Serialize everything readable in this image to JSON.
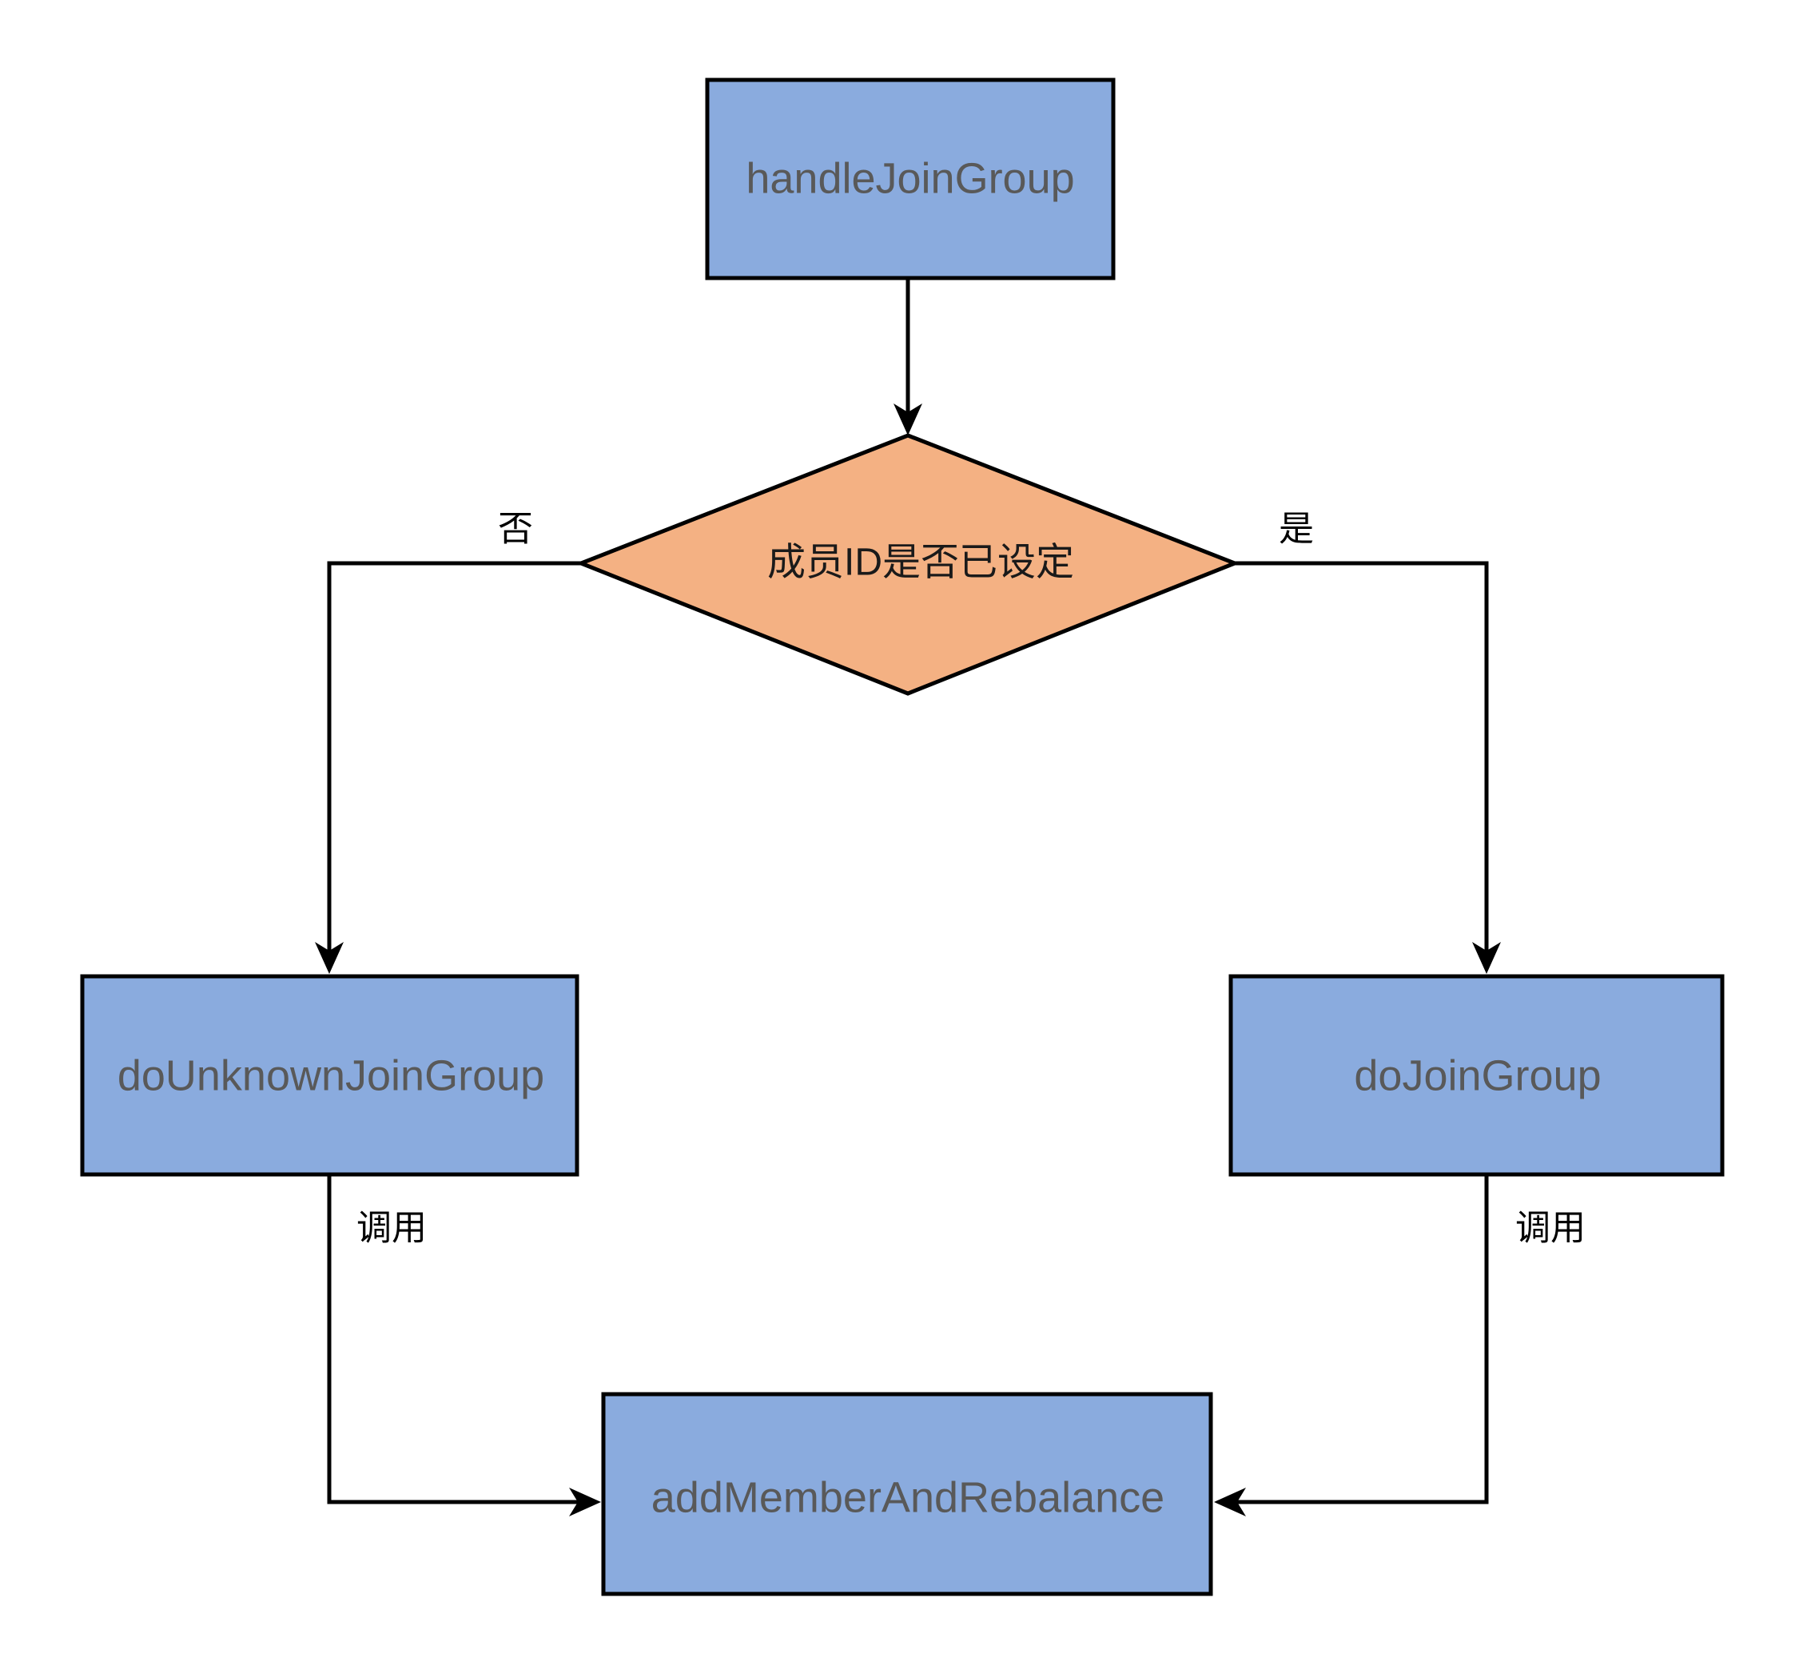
{
  "diagram": {
    "type": "flowchart",
    "orientation": "top-down",
    "background_color": "#FFFFFF",
    "palette": {
      "process_fill": "#8AABDE",
      "decision_fill": "#F4B183",
      "node_border": "#000000",
      "process_text": "#595959",
      "decision_text": "#1A1A1A",
      "edge_color": "#000000",
      "edge_label_text": "#000000"
    },
    "nodes": [
      {
        "id": "handleJoinGroup",
        "shape": "rectangle",
        "label": "handleJoinGroup",
        "fill": "#8AABDE"
      },
      {
        "id": "memberIdCheck",
        "shape": "diamond",
        "label": "成员ID是否已设定",
        "fill": "#F4B183"
      },
      {
        "id": "doUnknownJoinGroup",
        "shape": "rectangle",
        "label": "doUnknownJoinGroup",
        "fill": "#8AABDE"
      },
      {
        "id": "doJoinGroup",
        "shape": "rectangle",
        "label": "doJoinGroup",
        "fill": "#8AABDE"
      },
      {
        "id": "addMemberAndRebalance",
        "shape": "rectangle",
        "label": "addMemberAndRebalance",
        "fill": "#8AABDE"
      }
    ],
    "edges": [
      {
        "id": "e1",
        "from": "handleJoinGroup",
        "to": "memberIdCheck",
        "label": "",
        "arrow": "to"
      },
      {
        "id": "e2",
        "from": "memberIdCheck",
        "to": "doUnknownJoinGroup",
        "label": "否",
        "arrow": "to"
      },
      {
        "id": "e3",
        "from": "memberIdCheck",
        "to": "doJoinGroup",
        "label": "是",
        "arrow": "to"
      },
      {
        "id": "e4",
        "from": "doUnknownJoinGroup",
        "to": "addMemberAndRebalance",
        "label": "调用",
        "arrow": "to"
      },
      {
        "id": "e5",
        "from": "doJoinGroup",
        "to": "addMemberAndRebalance",
        "label": "调用",
        "arrow": "to"
      }
    ]
  }
}
